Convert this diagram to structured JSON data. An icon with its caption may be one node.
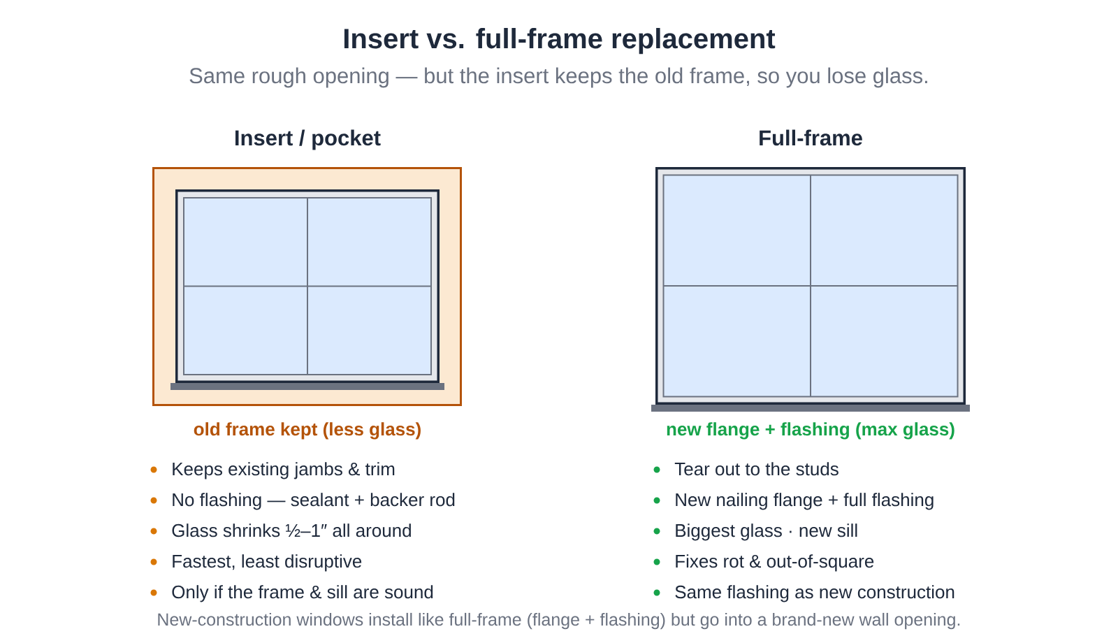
{
  "diagram": {
    "title": "Insert vs. full-frame replacement",
    "caption": "New-construction windows install like full-frame (flange + flashing) but go into a brand-new wall opening.",
    "nodes": [
      {
        "text": [
          "Insert / pocket"
        ],
        "beside": [
          "old frame kept (less glass)"
        ]
      },
      {
        "text": [],
        "shape": "box",
        "in": 0
      },
      {
        "text": [
          "Full-frame"
        ],
        "beside": [
          "new flange + flashing (max glass)"
        ]
      }
    ],
    "labels": [
      "Same rough opening — but the insert keeps the old frame, so you lose glass.",
      "Keeps existing jambs & trim",
      "No flashing — sealant + backer rod",
      "Glass shrinks ½–1″ all around",
      "Fastest, least disruptive",
      "Only if the frame & sill are sound",
      "Tear out to the studs",
      "New nailing flange + full flashing",
      "Biggest glass · new sill",
      "Fixes rot & out-of-square",
      "Same flashing as new construction"
    ]
  }
}
